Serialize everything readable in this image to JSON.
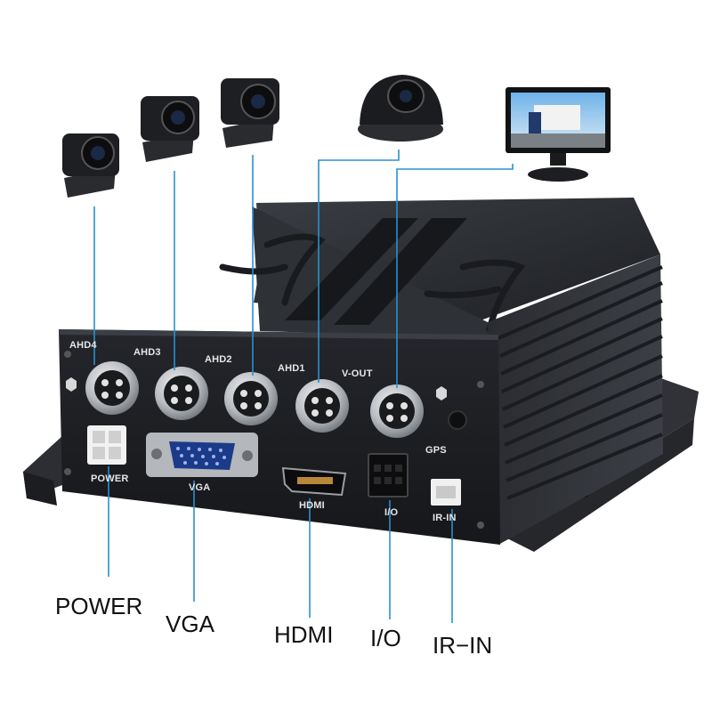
{
  "panel_labels": {
    "ahd4": "AHD4",
    "ahd3": "AHD3",
    "ahd2": "AHD2",
    "ahd1": "AHD1",
    "vout": "V-OUT",
    "gps": "GPS",
    "power": "POWER",
    "vga": "VGA",
    "hdmi": "HDMI",
    "io": "I/O",
    "irin": "IR-IN"
  },
  "callouts": {
    "power": "POWER",
    "vga": "VGA",
    "hdmi": "HDMI",
    "io": "I/O",
    "irin": "IR−IN"
  },
  "colors": {
    "leader_line": "#2a8fd0",
    "chassis": "#2b2e33",
    "panel": "#1c1e22",
    "connector": "#b9bcc0"
  },
  "icons": [
    "ahd-camera-icon",
    "dome-camera-icon",
    "monitor-icon",
    "truck-icon"
  ]
}
